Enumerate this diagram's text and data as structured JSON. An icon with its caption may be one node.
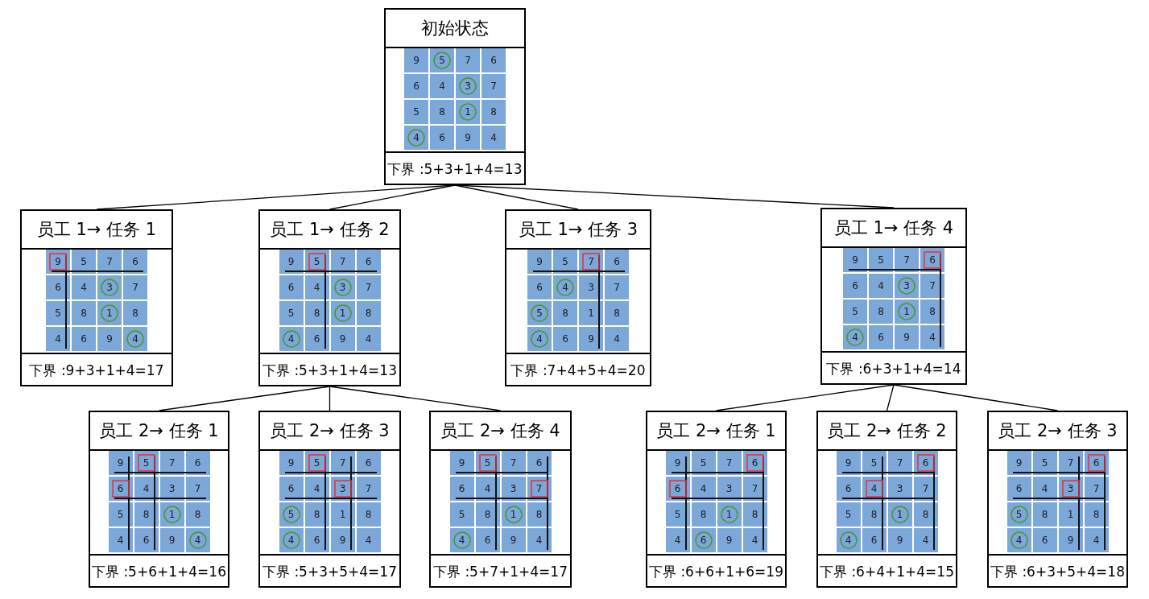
{
  "diagram": {
    "nodes": [
      {
        "text": [
          "初始状态",
          "下界 :5+3+1+4=13"
        ]
      },
      {
        "text": [
          "员工 1→ 任务 1",
          "下界 :9+3+1+4=17"
        ]
      },
      {
        "text": [
          "员工 1→ 任务 2",
          "下界 :5+3+1+4=13"
        ]
      },
      {
        "text": [
          "员工 1→ 任务 3",
          "下界 :7+4+5+4=20"
        ]
      },
      {
        "text": [
          "员工 1→ 任务 4",
          "下界 :6+3+1+4=14"
        ]
      },
      {
        "text": [
          "员工 2→ 任务 1",
          "下界 :5+6+1+4=16"
        ]
      },
      {
        "text": [
          "员工 2→ 任务 3",
          "下界 :5+3+5+4=17"
        ]
      },
      {
        "text": [
          "员工 2→ 任务 4",
          "下界 :5+7+1+4=17"
        ]
      },
      {
        "text": [
          "员工 2→ 任务 1",
          "下界 :6+6+1+6=19"
        ]
      },
      {
        "text": [
          "员工 2→ 任务 2",
          "下界 :6+4+1+4=15"
        ]
      },
      {
        "text": [
          "员工 2→ 任务 3",
          "下界 :6+3+5+4=18"
        ]
      }
    ],
    "edges": [
      {
        "from": 0,
        "to": 1,
        "arrow": "none"
      },
      {
        "from": 0,
        "to": 2,
        "arrow": "none"
      },
      {
        "from": 0,
        "to": 3,
        "arrow": "none"
      },
      {
        "from": 0,
        "to": 4,
        "arrow": "none"
      },
      {
        "from": 2,
        "to": 5,
        "arrow": "none"
      },
      {
        "from": 2,
        "to": 6,
        "arrow": "none"
      },
      {
        "from": 2,
        "to": 7,
        "arrow": "none"
      },
      {
        "from": 4,
        "to": 8,
        "arrow": "none"
      },
      {
        "from": 4,
        "to": 9,
        "arrow": "none"
      },
      {
        "from": 4,
        "to": 10,
        "arrow": "none"
      }
    ],
    "labels": [
      "9",
      "5",
      "7",
      "6",
      "6",
      "4",
      "3",
      "7",
      "5",
      "8",
      "1",
      "8",
      "4",
      "6",
      "9",
      "4",
      "9",
      "5",
      "7",
      "6",
      "6",
      "4",
      "3",
      "7",
      "5",
      "8",
      "1",
      "8",
      "4",
      "6",
      "9",
      "4",
      "9",
      "5",
      "7",
      "6",
      "6",
      "4",
      "3",
      "7",
      "5",
      "8",
      "1",
      "8",
      "4",
      "6",
      "9",
      "4",
      "9",
      "5",
      "7",
      "6",
      "6",
      "4",
      "3",
      "7",
      "5",
      "8",
      "1",
      "8",
      "4",
      "6",
      "9",
      "4",
      "9",
      "5",
      "7",
      "6",
      "6",
      "4",
      "3",
      "7",
      "5",
      "8",
      "1",
      "8",
      "4",
      "6",
      "9",
      "4",
      "9",
      "5",
      "7",
      "6",
      "6",
      "4",
      "3",
      "7",
      "5",
      "8",
      "1",
      "8",
      "4",
      "6",
      "9",
      "4",
      "9",
      "5",
      "7",
      "6",
      "6",
      "4",
      "3",
      "7",
      "5",
      "8",
      "1",
      "8",
      "4",
      "6",
      "9",
      "4",
      "9",
      "5",
      "7",
      "6",
      "6",
      "4",
      "3",
      "7",
      "5",
      "8",
      "1",
      "8",
      "4",
      "6",
      "9",
      "4",
      "9",
      "5",
      "7",
      "6",
      "6",
      "4",
      "3",
      "7",
      "5",
      "8",
      "1",
      "8",
      "4",
      "6",
      "9",
      "4",
      "9",
      "5",
      "7",
      "6",
      "6",
      "4",
      "3",
      "7",
      "5",
      "8",
      "1",
      "8",
      "4",
      "6",
      "9",
      "4",
      "9",
      "5",
      "7",
      "6",
      "6",
      "4",
      "3",
      "7",
      "5",
      "8",
      "1",
      "8",
      "4",
      "6",
      "9",
      "4"
    ]
  }
}
